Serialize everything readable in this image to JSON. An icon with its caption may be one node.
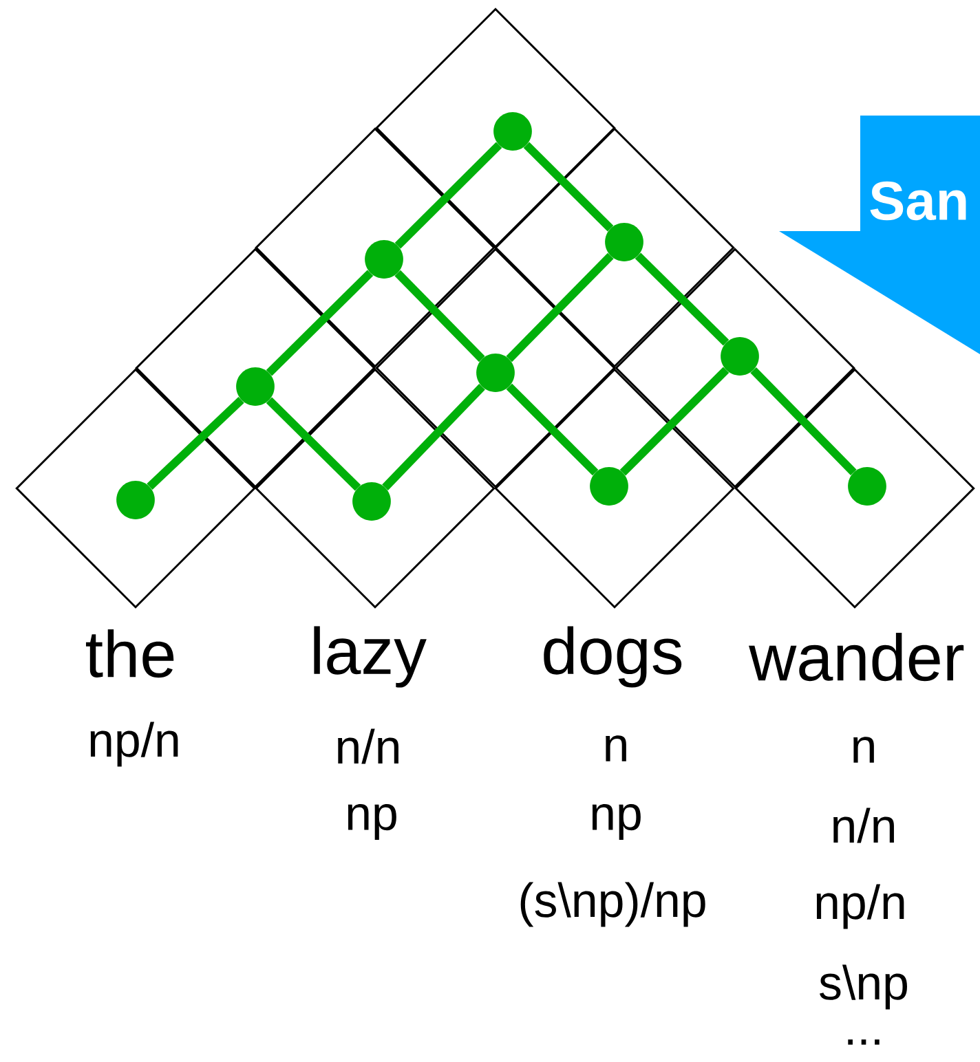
{
  "diagram": {
    "nodes": [
      {
        "text": [],
        "shape": "diamond"
      },
      {
        "text": [],
        "shape": "diamond"
      },
      {
        "text": [],
        "shape": "diamond"
      },
      {
        "text": [],
        "shape": "diamond"
      },
      {
        "text": [],
        "shape": "diamond"
      },
      {
        "text": [],
        "shape": "diamond"
      },
      {
        "text": [],
        "shape": "diamond"
      },
      {
        "text": [],
        "shape": "diamond"
      },
      {
        "text": [],
        "shape": "diamond"
      },
      {
        "text": [],
        "shape": "diamond"
      },
      {
        "text": [],
        "shape": "circle",
        "in": 0
      },
      {
        "text": [],
        "shape": "circle",
        "in": 1
      },
      {
        "text": [],
        "shape": "circle",
        "in": 2
      },
      {
        "text": [],
        "shape": "circle",
        "in": 3
      },
      {
        "text": [],
        "shape": "circle",
        "in": 4
      },
      {
        "text": [],
        "shape": "circle",
        "in": 5
      },
      {
        "text": [],
        "shape": "circle",
        "in": 6
      },
      {
        "text": [],
        "shape": "circle",
        "in": 7
      },
      {
        "text": [],
        "shape": "circle",
        "in": 8
      },
      {
        "text": [],
        "shape": "circle",
        "in": 9
      },
      {
        "text": [
          "San"
        ]
      }
    ],
    "edges": [
      {
        "from": 16,
        "to": 13,
        "arrow": "none"
      },
      {
        "from": 13,
        "to": 11,
        "arrow": "none"
      },
      {
        "from": 11,
        "to": 10,
        "arrow": "none"
      },
      {
        "from": 10,
        "to": 12,
        "arrow": "none"
      },
      {
        "from": 12,
        "to": 15,
        "arrow": "none"
      },
      {
        "from": 15,
        "to": 19,
        "arrow": "none"
      },
      {
        "from": 13,
        "to": 17,
        "arrow": "none"
      },
      {
        "from": 17,
        "to": 14,
        "arrow": "none"
      },
      {
        "from": 11,
        "to": 14,
        "arrow": "none"
      },
      {
        "from": 14,
        "to": 12,
        "arrow": "none"
      },
      {
        "from": 14,
        "to": 18,
        "arrow": "none"
      },
      {
        "from": 18,
        "to": 15,
        "arrow": "none"
      }
    ],
    "labels": [
      "the",
      "lazy",
      "dogs",
      "wander",
      "np/n",
      "n/n",
      "n",
      "n",
      "np",
      "np",
      "n/n",
      "(s\\np)/np",
      "np/n",
      "s\\np",
      "..."
    ]
  }
}
